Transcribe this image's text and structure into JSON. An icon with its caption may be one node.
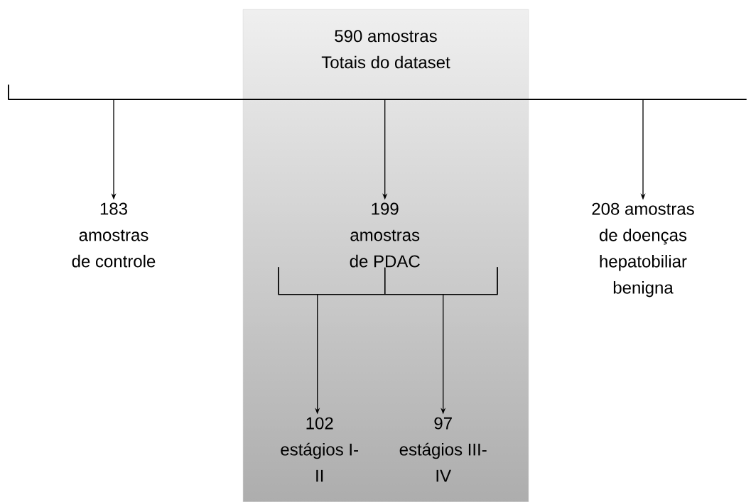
{
  "diagram": {
    "nodes": [
      {
        "text": [
          "590 amostras Totais do dataset"
        ]
      },
      {
        "text": [
          "183 amostras de controle"
        ]
      },
      {
        "text": [
          "199 amostras de PDAC"
        ],
        "in": 0
      },
      {
        "text": [
          "208 amostras de doenças hepatobiliar benigna"
        ]
      },
      {
        "text": [
          "102 estágios I- II"
        ],
        "in": 0
      },
      {
        "text": [
          "97 estágios III- IV"
        ],
        "in": 0
      }
    ],
    "edges": [
      {
        "from": 0,
        "to": 1,
        "arrow": "to"
      },
      {
        "from": 0,
        "to": 2,
        "arrow": "to"
      },
      {
        "from": 0,
        "to": 3,
        "arrow": "to"
      },
      {
        "from": 2,
        "to": 4,
        "arrow": "to"
      },
      {
        "from": 2,
        "to": 5,
        "arrow": "to"
      }
    ]
  }
}
